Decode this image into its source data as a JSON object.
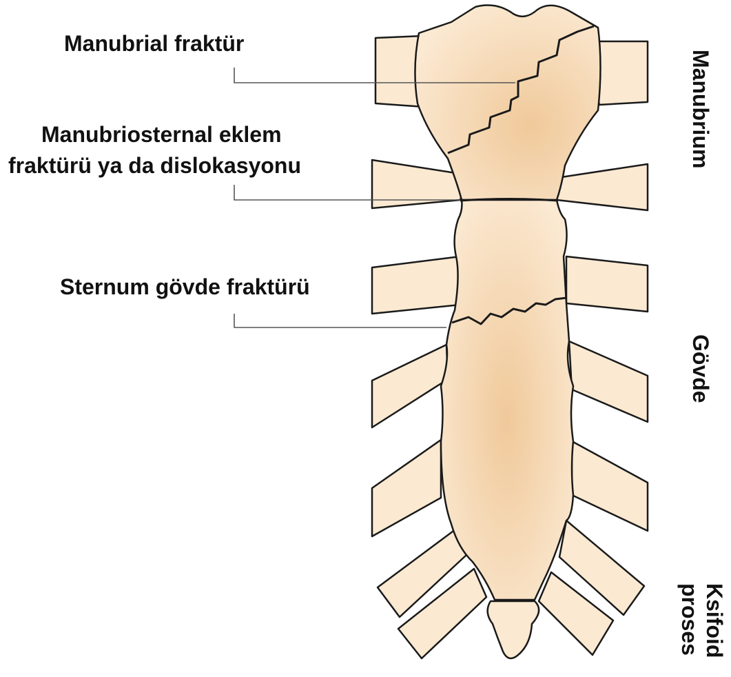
{
  "callouts": {
    "manubrial": "Manubrial fraktür",
    "manubriosternal_1": "Manubriosternal eklem",
    "manubriosternal_2": "fraktürü ya da dislokasyonu",
    "body": "Sternum gövde fraktürü"
  },
  "regions": {
    "manubrium": "Manubrium",
    "body": "Gövde",
    "xiphoid_1": "Ksifoid",
    "xiphoid_2": "proses"
  },
  "colors": {
    "bone_fill": "#fbe9d2",
    "bone_shade": "#f0c99a",
    "outline": "#1a1a1a",
    "leader": "#555555"
  }
}
